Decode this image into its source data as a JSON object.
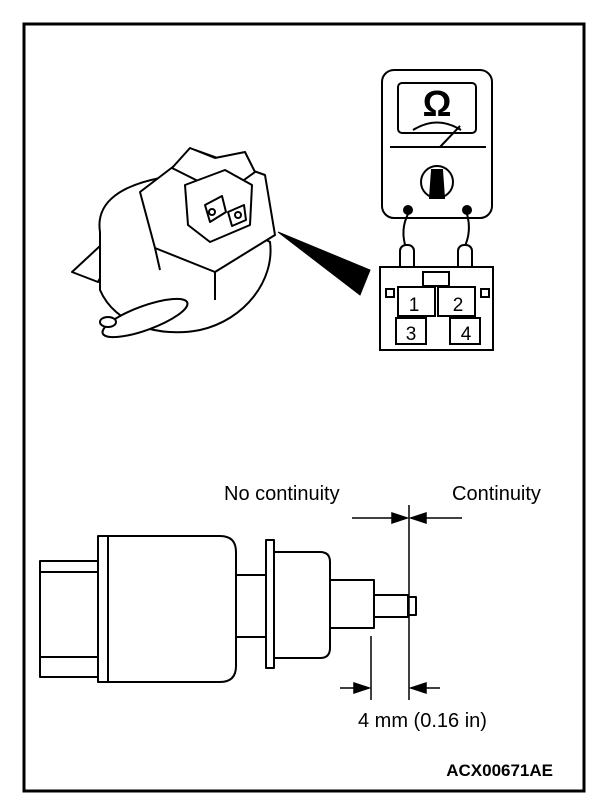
{
  "meter": {
    "symbol": "Ω"
  },
  "connector": {
    "pins": [
      "1",
      "2",
      "3",
      "4"
    ]
  },
  "labels": {
    "no_continuity": "No continuity",
    "continuity": "Continuity",
    "dimension": "4 mm (0.16 in)",
    "figure_code": "ACX00671AE"
  },
  "colors": {
    "line": "#000000",
    "background": "#ffffff"
  }
}
